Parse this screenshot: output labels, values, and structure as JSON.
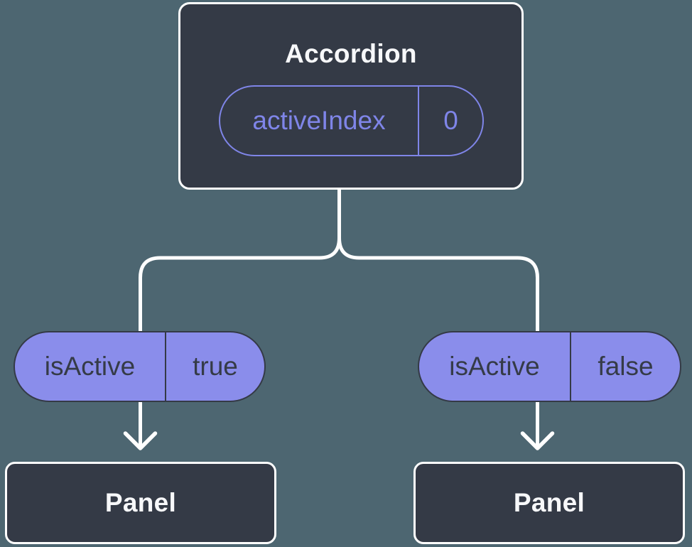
{
  "diagram": {
    "accordion": {
      "title": "Accordion",
      "prop": {
        "name": "activeIndex",
        "value": "0"
      }
    },
    "branches": [
      {
        "prop": "isActive",
        "value": "true"
      },
      {
        "prop": "isActive",
        "value": "false"
      }
    ],
    "panels": [
      {
        "title": "Panel"
      },
      {
        "title": "Panel"
      }
    ]
  },
  "colors": {
    "background": "#4d6671",
    "node_fill": "#343a46",
    "node_border": "#ffffff",
    "pill_fill": "#8a8deb",
    "pill_accent": "#7f85e8",
    "text_dark": "#353b47",
    "text_light": "#f7f8fa",
    "connector": "#ffffff"
  }
}
